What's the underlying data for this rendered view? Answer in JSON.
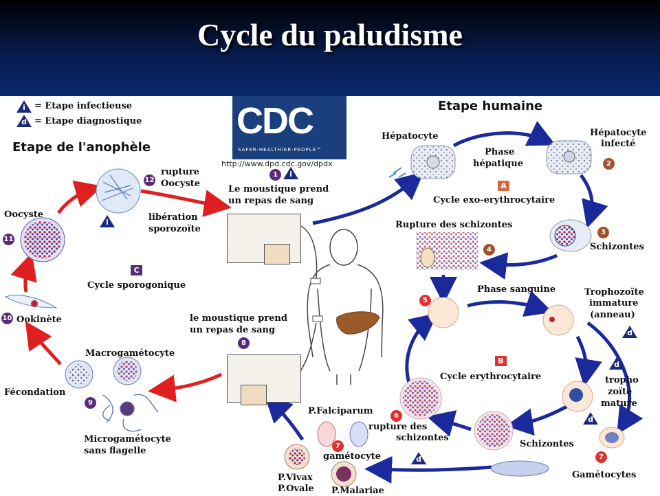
{
  "title": "Cycle du paludisme",
  "colors": {
    "header_bg": "#0a2a6e",
    "arrow_red": "#e02020",
    "arrow_blue": "#1a2a9a",
    "num_purple": "#5a2a7a",
    "num_brown": "#a0522d",
    "sq_red": "#e03030",
    "liver": "#9b5a2a"
  },
  "legend": {
    "infectieuse": "= Etape infectieuse",
    "diagnostique": "= Etape diagnostique",
    "sym_i": "i",
    "sym_d": "d"
  },
  "logo": {
    "text": "CDC",
    "tagline": "SAFER·HEALTHIER·PEOPLE™",
    "url": "http://www.dpd.cdc.gov/dpdx"
  },
  "sections": {
    "human": "Etape humaine",
    "mosquito": "Etape de l'anophèle"
  },
  "stage_codes": {
    "A": "A",
    "B": "B",
    "C": "C"
  },
  "labels": {
    "hepatocyte": "Hépatocyte",
    "hepatocyte_infecte_1": "Hépatocyte",
    "hepatocyte_infecte_2": "infecté",
    "phase_hepatique_1": "Phase",
    "phase_hepatique_2": "hépatique",
    "cycle_exo": "Cycle exo-erythrocytaire",
    "rupture_schizontes": "Rupture des schizontes",
    "schizontes_liver": "Schizontes",
    "phase_sanguine": "Phase sanguine",
    "tropho_immature_1": "Trophozoïte",
    "tropho_immature_2": "immature",
    "tropho_immature_3": "(anneau)",
    "tropho_mature_1": "tropho",
    "tropho_mature_2": "zoïte",
    "tropho_mature_3": "mature",
    "cycle_erythro": "Cycle erythrocytaire",
    "schizontes_blood": "Schizontes",
    "gametocytes": "Gamétocytes",
    "rupture_blood_1": "rupture des",
    "rupture_blood_2": "schizontes",
    "p_falciparum": "P.Falciparum",
    "gametocyte": "gamétocyte",
    "p_vivax": "P.Vivax",
    "p_ovale": "P.Ovale",
    "p_malariae": "P.Malariae",
    "repas_1a": "Le moustique prend",
    "repas_1b": "un repas de sang",
    "repas_2a": "le moustique prend",
    "repas_2b": "un repas de sang",
    "rupture_oocyste_1": "rupture",
    "rupture_oocyste_2": "Oocyste",
    "liberation_1": "libération",
    "liberation_2": "sporozoïte",
    "oocyste": "Oocyste",
    "ookinete": "Ookinète",
    "cycle_sporo": "Cycle sporogonique",
    "macrogametocyte": "Macrogamétocyte",
    "fecondation": "Fécondation",
    "microgam_1": "Microgamétocyte",
    "microgam_2": "sans flagelle"
  },
  "numbers": {
    "n1": "1",
    "n2": "2",
    "n3": "3",
    "n4": "4",
    "n5": "5",
    "n6": "6",
    "n7": "7",
    "n7b": "7",
    "n8": "8",
    "n9": "9",
    "n10": "10",
    "n11": "11",
    "n12": "12"
  }
}
